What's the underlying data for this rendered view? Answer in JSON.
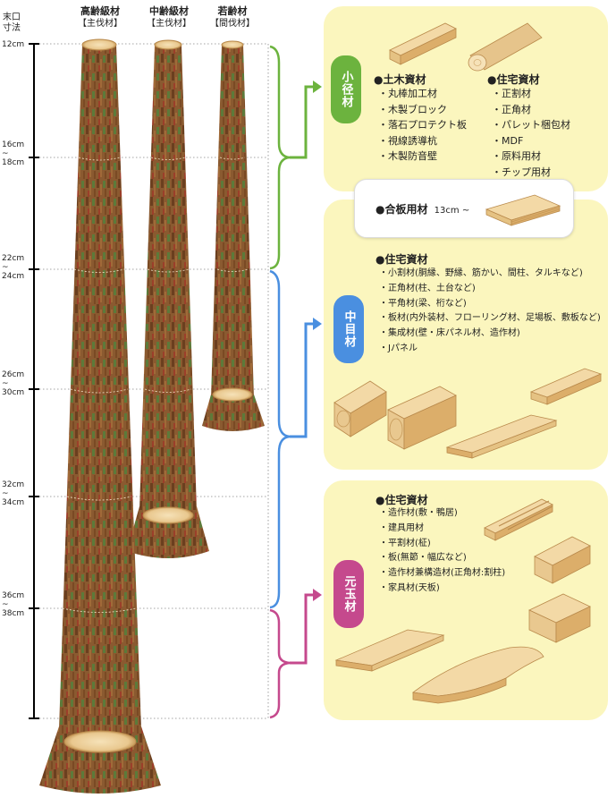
{
  "axis": {
    "title": "末口寸法",
    "labels": [
      {
        "text": "12cm",
        "cm": 12
      },
      {
        "text": "16cm ~ 18cm",
        "cm": 17
      },
      {
        "text": "22cm ~ 24cm",
        "cm": 23
      },
      {
        "text": "26cm ~ 30cm",
        "cm": 28
      },
      {
        "text": "32cm ~ 34cm",
        "cm": 33
      },
      {
        "text": "36cm ~ 38cm",
        "cm": 37
      }
    ]
  },
  "trees": [
    {
      "name": "高齢級材",
      "role": "【主伐材】"
    },
    {
      "name": "中齢級材",
      "role": "【主伐材】"
    },
    {
      "name": "若齢材",
      "role": "【間伐材】"
    }
  ],
  "small": {
    "label": "小径材",
    "color": "#6cb33e",
    "groups": [
      {
        "title": "●土木資材",
        "items": [
          "・丸棒加工材",
          "・木製ブロック",
          "・落石プロテクト板",
          "・視線誘導杭",
          "・木製防音壁"
        ]
      },
      {
        "title": "●住宅資材",
        "items": [
          "・正割材",
          "・正角材",
          "・パレット梱包材",
          "・MDF",
          "・原料用材",
          "・チップ用材"
        ]
      }
    ]
  },
  "plywood": {
    "title": "●合板用材",
    "range": "13cm ~"
  },
  "medium": {
    "label": "中目材",
    "color": "#4a8fe0",
    "groups": [
      {
        "title": "●住宅資材",
        "items": [
          "・小割材(胴縁、野縁、筋かい、間柱、タルキなど)",
          "・正角材(柱、土台など)",
          "・平角材(梁、桁など)",
          "・板材(内外装材、フローリング材、足場板、敷板など)",
          "・集成材(壁・床パネル材、造作材)",
          "・Jパネル"
        ]
      }
    ]
  },
  "butt": {
    "label": "元玉材",
    "color": "#c5498d",
    "groups": [
      {
        "title": "●住宅資材",
        "items": [
          "・造作材(敷・鴨居)",
          "・建具用材",
          "・平割材(柾)",
          "・板(無節・幅広など)",
          "・造作材兼構造材(正角材:割柱)",
          "・家具材(天板)"
        ]
      }
    ]
  }
}
